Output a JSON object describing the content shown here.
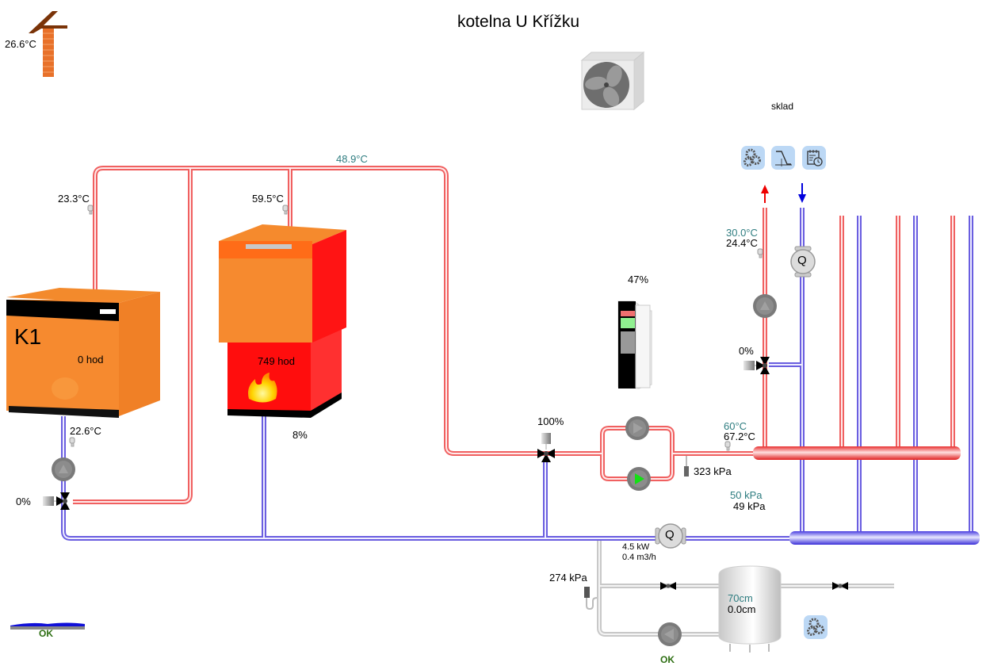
{
  "title": "kotelna U Křížku",
  "outdoor": {
    "temperature": "26.6°C",
    "icon": "chimney-icon"
  },
  "fan_unit": {
    "icon": "fan-unit-icon"
  },
  "zone": {
    "label": "sklad",
    "buttons": [
      {
        "icon": "gears-icon",
        "name": "settings-button"
      },
      {
        "icon": "heating-curve-icon",
        "name": "heating-curve-button"
      },
      {
        "icon": "schedule-icon",
        "name": "schedule-button"
      }
    ],
    "supply_setpoint": "30.0°C",
    "supply_temp": "24.4°C",
    "mix_valve": "0%"
  },
  "supply_header_temp": "48.9°C",
  "boiler_k1": {
    "name": "K1",
    "hours": "0 hod",
    "output_temp": "23.3°C",
    "return_temp": "22.6°C",
    "mix_valve": "0%"
  },
  "boiler_2": {
    "hours": "749 hod",
    "output_temp": "59.5°C",
    "power": "8%"
  },
  "frequency_converter": {
    "value": "47%"
  },
  "main_valve": {
    "value": "100%"
  },
  "distribution": {
    "setpoint_temp": "60°C",
    "temp": "67.2°C",
    "pressure": "323 kPa",
    "diff_pressure_setpoint": "50 kPa",
    "diff_pressure": "49 kPa"
  },
  "heat_meter": {
    "power": "4.5 kW",
    "flow": "0.4 m3/h",
    "symbol": "Q"
  },
  "expansion": {
    "pressure": "274 kPa",
    "tank_setpoint": "70cm",
    "tank_level": "0.0cm",
    "pump_status": "OK"
  },
  "water_level": {
    "status": "OK"
  },
  "colors": {
    "hot_pipe": "#f06060",
    "cold_pipe": "#6a5ee0",
    "neutral_pipe": "#cfcfcf",
    "teal_text": "#2f7d80",
    "ok_text": "#2d6e12",
    "icon_bg": "#bcd8f5"
  }
}
